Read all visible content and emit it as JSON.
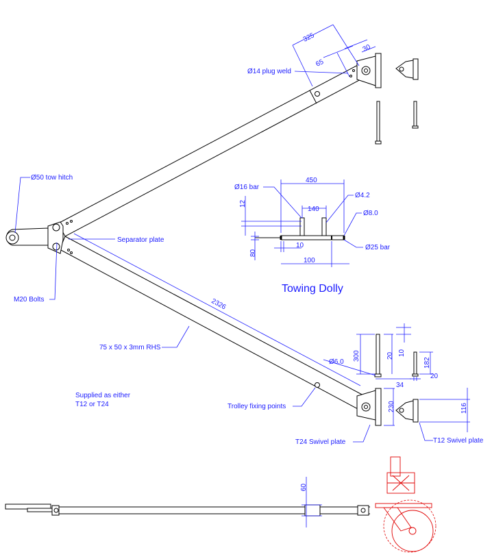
{
  "title": "Towing Dolly",
  "colors": {
    "annotation": "#1a1aff",
    "outline": "#000000",
    "castor": "#e00000"
  },
  "labels": {
    "plug_weld": "Ø14 plug weld",
    "tow_hitch": "Ø50 tow hitch",
    "separator_plate": "Separator plate",
    "m20_bolts": "M20 Bolts",
    "rhs": "75 x 50 x 3mm RHS",
    "supplied_line1": "Supplied as either",
    "supplied_line2": "T12 or T24",
    "trolley_fixing": "Trolley fixing points",
    "t24_plate": "T24 Swivel plate",
    "t12_plate": "T12 Swivel plate",
    "bar16": "Ø16 bar",
    "hole42": "Ø4.2",
    "hole80": "Ø8.0",
    "bar25": "Ø25 bar",
    "pin60": "Ø6.0"
  },
  "dims": {
    "d325": "325",
    "d65": "65",
    "d30": "30",
    "d450": "450",
    "d140": "140",
    "d12": "12",
    "d80": "80",
    "d10": "10",
    "d100": "100",
    "d2326": "2326",
    "d300": "300",
    "d20a": "20",
    "d10b": "10",
    "d182": "182",
    "d20b": "20",
    "d34": "34",
    "d230": "230",
    "d116": "116",
    "d60": "60"
  }
}
